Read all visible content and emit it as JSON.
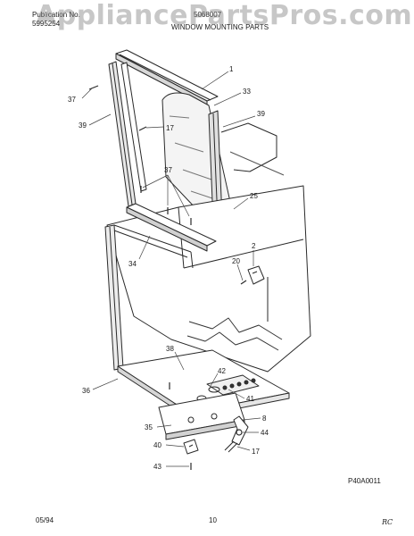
{
  "header": {
    "publication_label": "Publication No.",
    "publication_number": "5995254",
    "model_number": "5068007",
    "section_title": "WINDOW MOUNTING PARTS"
  },
  "watermark": "AppliancePartsPros.com",
  "callouts": {
    "c1": "1",
    "c33": "33",
    "c37a": "37",
    "c39a": "39",
    "c17a": "17",
    "c39b": "39",
    "c37b": "37",
    "c25": "25",
    "c2": "2",
    "c34": "34",
    "c20": "20",
    "c38": "38",
    "c42": "42",
    "c41": "41",
    "c36": "36",
    "c8": "8",
    "c35": "35",
    "c44": "44",
    "c40": "40",
    "c17b": "17",
    "c43": "43"
  },
  "figure_code": "P40A0011",
  "footer": {
    "date": "05/94",
    "page": "10",
    "initials": "RC"
  }
}
